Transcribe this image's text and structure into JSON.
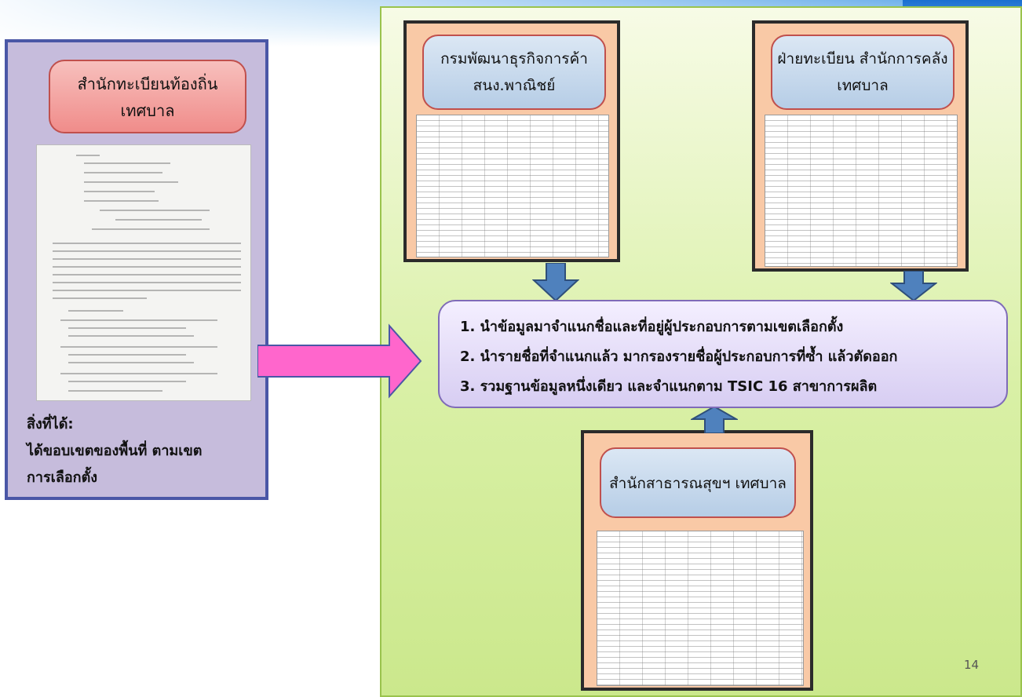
{
  "left_panel": {
    "source_label": [
      "สำนักทะเบียนท้องถิ่น",
      "เทศบาล"
    ],
    "result_lines": [
      "สิ่งที่ได้:",
      "ได้ขอบเขตของพื้นที่ ตามเขต",
      "การเลือกตั้ง"
    ]
  },
  "sources": {
    "dbd_label": [
      "กรมพัฒนาธุรกิจการค้า",
      "สนง.พาณิชย์"
    ],
    "finance_label": [
      "ฝ่ายทะเบียน สำนักการคลัง",
      "เทศบาล"
    ],
    "health_label": [
      "สำนักสาธารณสุขฯ เทศบาล"
    ]
  },
  "process_steps": [
    "1. นำข้อมูลมาจำแนกชื่อและที่อยู่ผู้ประกอบการตามเขตเลือกตั้ง",
    "2. นำรายชื่อที่จำแนกแล้ว มากรองรายชื่อผู้ประกอบการที่ซ้ำ แล้วตัดออก",
    "3. รวมฐานข้อมูลหนึ่งเดียว และจำแนกตาม TSIC 16 สาขาการผลิต"
  ],
  "page_number": "14",
  "colors": {
    "left_panel_bg": "#c6bcdc",
    "left_panel_border": "#4a57a6",
    "green_panel_bg": "#d9f0a6",
    "peach_box_bg": "#f9c9a6",
    "arrow_pink": "#ff66cc",
    "arrow_blue": "#4f81bd",
    "center_box_bg": "#e6dff8"
  }
}
